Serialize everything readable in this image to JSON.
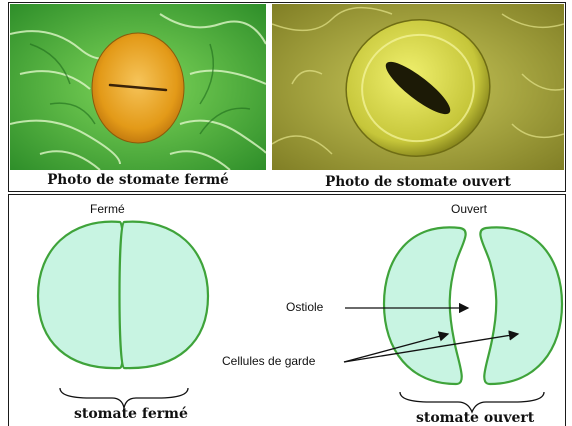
{
  "photos": {
    "closed_caption": "Photo de stomate fermé",
    "open_caption": "Photo de stomate ouvert"
  },
  "diagram": {
    "closed_title": "Fermé",
    "open_title": "Ouvert",
    "ostiole_label": "Ostiole",
    "guard_cells_label": "Cellules de garde",
    "closed_caption": "stomate fermé",
    "open_caption": "stomate ouvert"
  },
  "colors": {
    "cell_fill": "#c8f4e2",
    "cell_stroke": "#3fa33a",
    "leaf_green": "#4cb33a",
    "guard_orange": "#e8a11a",
    "sem_yellow": "#d8d850"
  }
}
